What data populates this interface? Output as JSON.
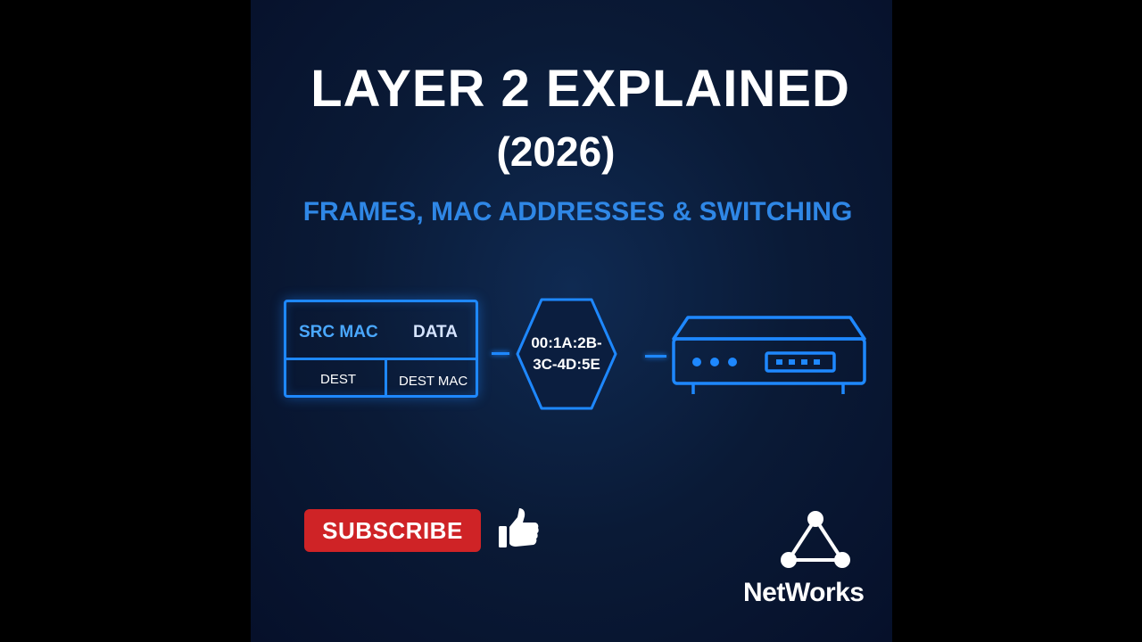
{
  "thumbnail": {
    "title": "LAYER 2 EXPLAINED",
    "year": "(2026)",
    "subtitle": "FRAMES, MAC ADDRESSES & SWITCHING"
  },
  "frame": {
    "src_mac": "SRC MAC",
    "data": "DATA",
    "dest": "DEST",
    "dest_mac": "DEST MAC"
  },
  "mac_hex": {
    "line1": "00:1A:2B-",
    "line2": "3C-4D:5E"
  },
  "cta": {
    "subscribe_label": "SUBSCRIBE",
    "thumb_icon": "thumbs-up-icon"
  },
  "brand": {
    "name": "NetWorks",
    "logo_icon": "network-triangle-icon"
  },
  "colors": {
    "background": "#0a1a36",
    "accent": "#1e88ff",
    "subtitle": "#2f87e6",
    "subscribe": "#cf2326",
    "letterbox": "#000000"
  }
}
